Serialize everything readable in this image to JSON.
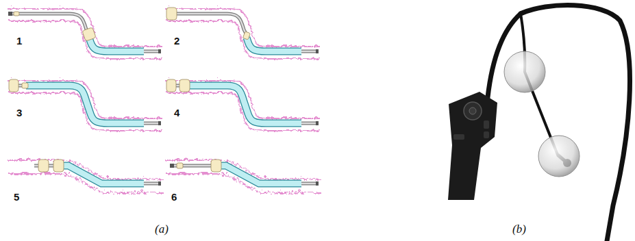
{
  "diagram": {
    "labels": [
      "1",
      "2",
      "3",
      "4",
      "5",
      "6",
      "(a)",
      "(b)"
    ]
  }
}
